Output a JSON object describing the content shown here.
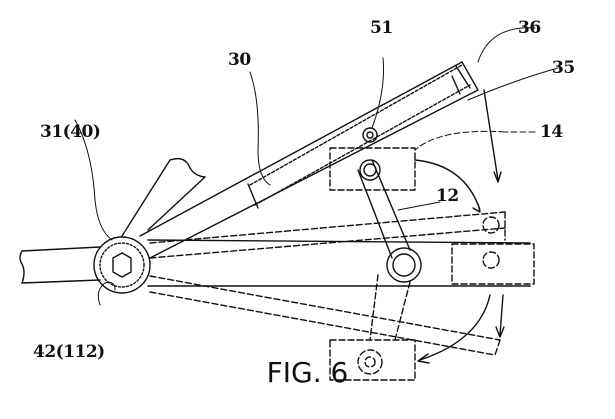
{
  "figure": {
    "caption": "FIG. 6",
    "labels": {
      "l30": "30",
      "l31": "31(40)",
      "l36": "36",
      "l35": "35",
      "l51": "51",
      "l14": "14",
      "l12": "12",
      "l42": "42(112)"
    }
  },
  "colors": {
    "ink": "#111111",
    "background": "#ffffff"
  }
}
